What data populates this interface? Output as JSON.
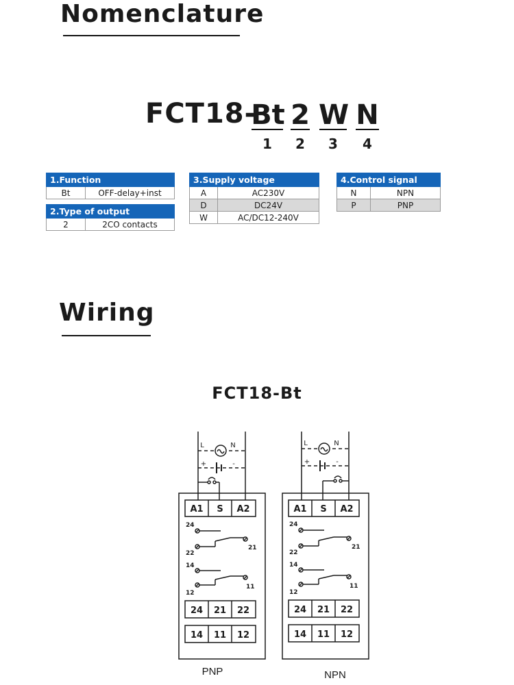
{
  "nomenclature": {
    "heading": "Nomenclature",
    "model_prefix": "FCT18-",
    "parts": [
      {
        "code": "Bt",
        "index": "1"
      },
      {
        "code": "2",
        "index": "2"
      },
      {
        "code": "W",
        "index": "3"
      },
      {
        "code": "N",
        "index": "4"
      }
    ]
  },
  "tables": {
    "function": {
      "title": "1.Function",
      "rows": [
        [
          "Bt",
          "OFF-delay+inst"
        ]
      ]
    },
    "output": {
      "title": "2.Type of output",
      "rows": [
        [
          "2",
          "2CO contacts"
        ]
      ]
    },
    "supply": {
      "title": "3.Supply voltage",
      "rows": [
        [
          "A",
          "AC230V"
        ],
        [
          "D",
          "DC24V"
        ],
        [
          "W",
          "AC/DC12-240V"
        ]
      ]
    },
    "control": {
      "title": "4.Control signal",
      "rows": [
        [
          "N",
          "NPN"
        ],
        [
          "P",
          "PNP"
        ]
      ]
    }
  },
  "wiring": {
    "heading": "Wiring",
    "model": "FCT18-Bt",
    "diagrams": [
      {
        "caption": "PNP",
        "supply_labels": {
          "line": "L",
          "neutral": "N",
          "plus": "+",
          "minus": "-"
        },
        "top_terminals": [
          "A1",
          "S",
          "A2"
        ],
        "contact_labels": [
          "24",
          "22",
          "21",
          "14",
          "12",
          "11"
        ],
        "bottom_rows": [
          [
            "24",
            "21",
            "22"
          ],
          [
            "14",
            "11",
            "12"
          ]
        ]
      },
      {
        "caption": "NPN",
        "supply_labels": {
          "line": "L",
          "neutral": "N",
          "plus": "+",
          "minus": "-"
        },
        "top_terminals": [
          "A1",
          "S",
          "A2"
        ],
        "contact_labels": [
          "24",
          "22",
          "21",
          "14",
          "12",
          "11"
        ],
        "bottom_rows": [
          [
            "24",
            "21",
            "22"
          ],
          [
            "14",
            "11",
            "12"
          ]
        ]
      }
    ]
  },
  "colors": {
    "table_header": "#1565b8",
    "row_shade": "#d9d9d9",
    "ink": "#1a1a1a"
  }
}
